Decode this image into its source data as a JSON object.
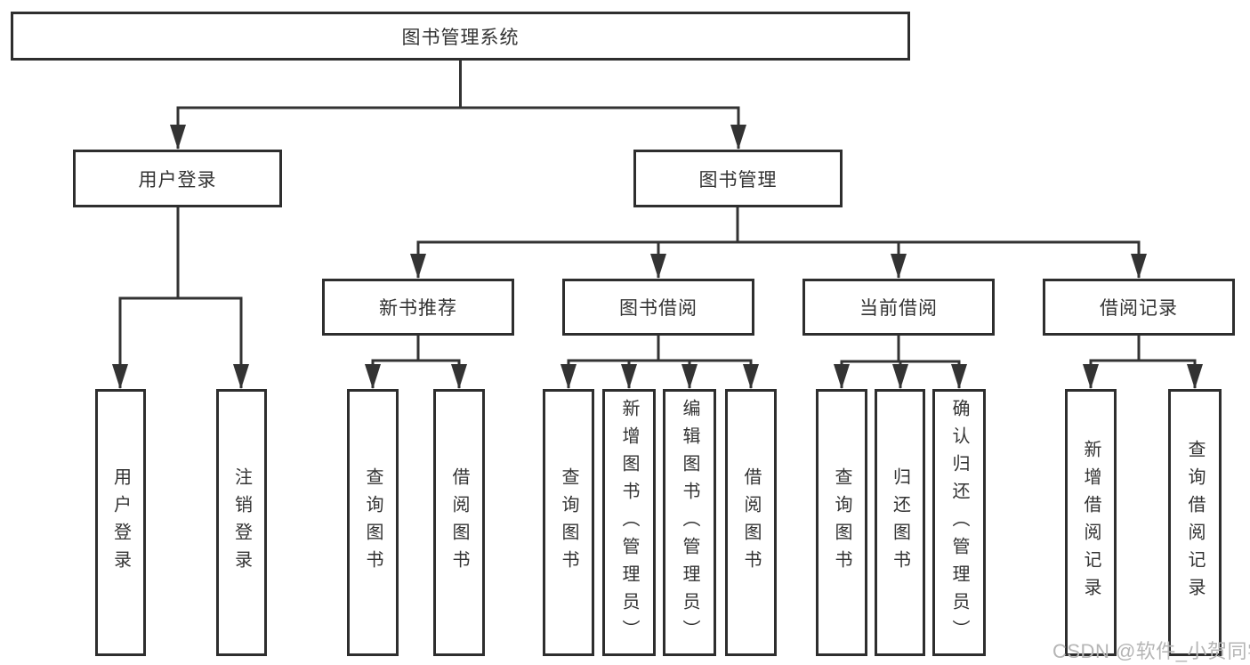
{
  "nodes": {
    "root": "图书管理系统",
    "user_login": "用户登录",
    "book_mgmt": "图书管理",
    "new_books": "新书推荐",
    "book_borrow": "图书借阅",
    "current_borrow": "当前借阅",
    "borrow_records": "借阅记录"
  },
  "leaves": {
    "user_login": [
      "用户登录",
      "注销登录"
    ],
    "new_books": [
      "查询图书",
      "借阅图书"
    ],
    "book_borrow": [
      "查询图书",
      "新增图书（管理员）",
      "编辑图书（管理员）",
      "借阅图书"
    ],
    "current_borrow": [
      "查询图书",
      "归还图书",
      "确认归还（管理员）"
    ],
    "borrow_records": [
      "新增借阅记录",
      "查询借阅记录"
    ]
  },
  "watermark": "CSDN @软件_小贺同学",
  "colors": {
    "line": "#333333",
    "box_border": "#2e2e2e",
    "text": "#333333",
    "watermark": "#b5b5b5",
    "background": "#ffffff"
  }
}
